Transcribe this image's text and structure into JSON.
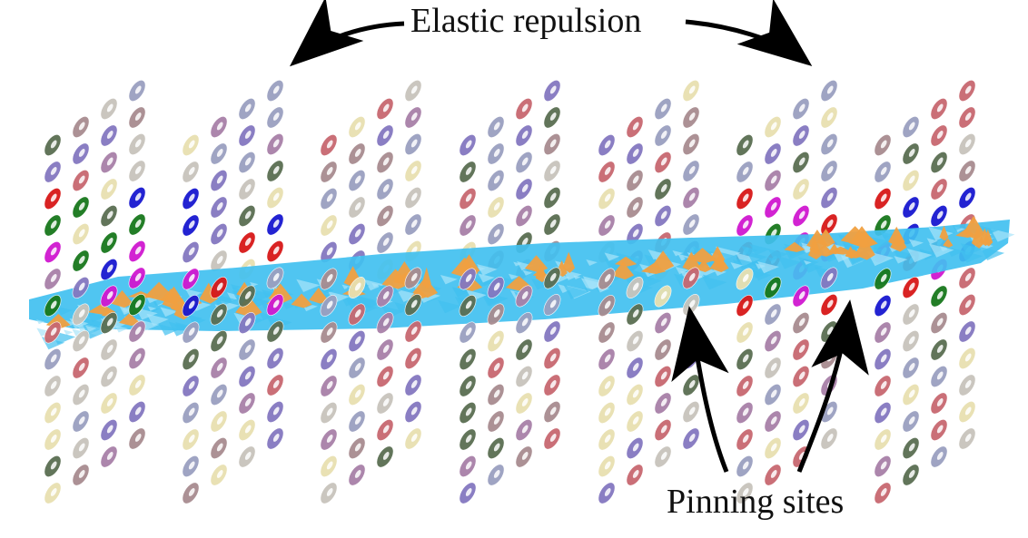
{
  "labels": {
    "elastic_repulsion": "Elastic repulsion",
    "pinning_sites": "Pinning sites"
  },
  "colors": {
    "sheet_blue": "#41c0f0",
    "sheet_light": "#a8e4fa",
    "pin_orange": "#f0a040",
    "arrow": "#000000",
    "vortex_colors": [
      "#5a6e52",
      "#9aa0c0",
      "#c8c4bc",
      "#a88c90",
      "#a880a8",
      "#e8e0b0",
      "#c86870",
      "#d81818",
      "#1818d0",
      "#18781c",
      "#d018d0",
      "#8478c0"
    ]
  },
  "structure": {
    "columns": 7,
    "vortex_rows": 14,
    "vortex_cols": 4
  }
}
